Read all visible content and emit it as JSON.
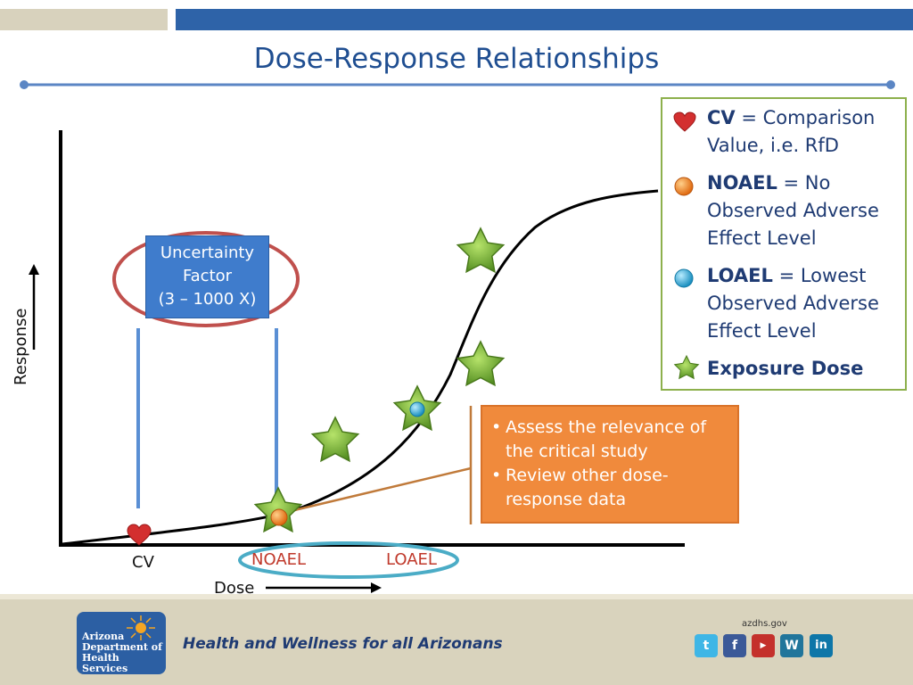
{
  "title": "Dose-Response Relationships",
  "colors": {
    "accent_blue": "#2e63a8",
    "title_blue": "#1f4e91",
    "curve": "#000000",
    "star_green": "#7cb342",
    "heart_red": "#d32f2f",
    "noael_orange": "#f08a3c",
    "loael_cyan": "#29a8d6",
    "ellipse_red": "#c0504d",
    "ellipse_cyan": "#4bacc6",
    "legend_border": "#8db04c"
  },
  "legend": {
    "cv": {
      "term": "CV",
      "definition": " = Comparison Value, i.e. RfD",
      "icon": "heart-icon"
    },
    "noael": {
      "term": "NOAEL",
      "definition": " = No Observed Adverse Effect Level",
      "icon": "orange-dot-icon"
    },
    "loael": {
      "term": "LOAEL",
      "definition": " = Lowest Observed Adverse Effect Level",
      "icon": "blue-dot-icon"
    },
    "exposure": {
      "term": "Exposure Dose",
      "icon": "star-icon"
    }
  },
  "uncertainty_box": {
    "line1": "Uncertainty",
    "line2": "Factor",
    "line3": "(3 – 1000 X)"
  },
  "callout": {
    "items": [
      "Assess the relevance of the critical study",
      "Review other dose-response data"
    ]
  },
  "axis_labels": {
    "cv": "CV",
    "noael": "NOAEL",
    "loael": "LOAEL",
    "dose": "Dose",
    "response": "Response"
  },
  "footer": {
    "logo_line1": "Arizona",
    "logo_line2": "Department of",
    "logo_line3": "Health Services",
    "tagline": "Health and Wellness for all Arizonans",
    "site": "azdhs.gov",
    "social_icons": [
      "twitter-icon",
      "facebook-icon",
      "youtube-icon",
      "wordpress-icon",
      "linkedin-icon"
    ]
  }
}
